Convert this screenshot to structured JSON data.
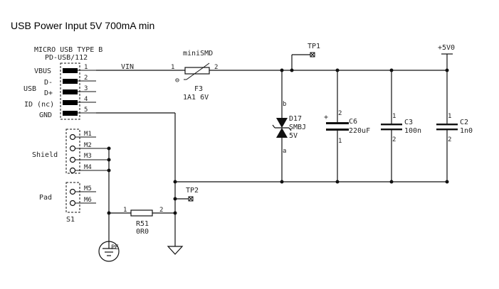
{
  "title": "USB Power Input 5V  700mA min",
  "connector": {
    "type_line1": "MICRO USB TYPE B",
    "type_line2": "PD-USB/112",
    "ref": "S1",
    "left_labels": {
      "vbus": "VBUS",
      "dminus": "D-",
      "usb": "USB",
      "dplus": "D+",
      "id": "ID (nc)",
      "gnd": "GND"
    },
    "pins": [
      "1",
      "2",
      "3",
      "4",
      "5"
    ],
    "shield_label": "Shield",
    "shield_pins": [
      "M1",
      "M2",
      "M3",
      "M4"
    ],
    "pad_label": "Pad",
    "pad_pins": [
      "M5",
      "M6"
    ]
  },
  "net_vin": "VIN",
  "fuse": {
    "package": "miniSMD",
    "ref": "F3",
    "value": "1A1 6V",
    "pin1": "1",
    "pin2": "2",
    "temp_symbol": "⊖"
  },
  "tp1": "TP1",
  "tp2": "TP2",
  "rail": "+5V0",
  "d17": {
    "ref": "D17",
    "part": "SMBJ",
    "value": "5V",
    "pin_b": "b",
    "pin_a": "a"
  },
  "c6": {
    "ref": "C6",
    "value": "220uF",
    "pin1": "2",
    "pin2": "1",
    "plus": "+"
  },
  "c3": {
    "ref": "C3",
    "value": "100n",
    "pin1": "1",
    "pin2": "2"
  },
  "c2": {
    "ref": "C2",
    "value": "1n0",
    "pin1": "1",
    "pin2": "2"
  },
  "r51": {
    "ref": "R51",
    "value": "0R0",
    "pin1": "1",
    "pin2": "2"
  },
  "pe": "PE",
  "icons": [
    "ground-icon",
    "protective-earth-icon",
    "test-point-icon",
    "fuse-icon",
    "tvs-diode-icon",
    "capacitor-icon",
    "resistor-icon"
  ]
}
